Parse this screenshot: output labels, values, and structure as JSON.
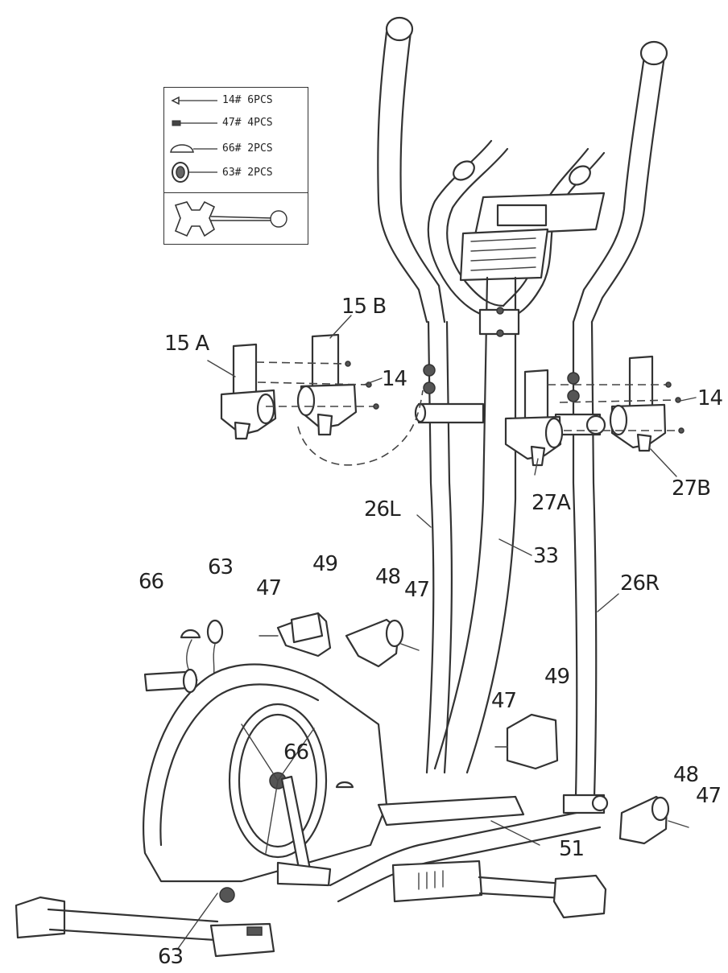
{
  "legend": {
    "rows": [
      {
        "text": "14#  6PCS",
        "icon": "bolt-icon"
      },
      {
        "text": "47#  4PCS",
        "icon": "screw-icon"
      },
      {
        "text": "66#  2PCS",
        "icon": "cap-icon"
      },
      {
        "text": "63#  2PCS",
        "icon": "washer-icon"
      }
    ],
    "tool_icon": "wrench-icon"
  },
  "callouts": {
    "c15a": "15 A",
    "c15b": "15 B",
    "c14_left": "14",
    "c14_right": "14",
    "c27a": "27A",
    "c27b": "27B",
    "c26l": "26L",
    "c33": "33",
    "c26r": "26R",
    "c66_top": "66",
    "c63_top": "63",
    "c47_a": "47",
    "c49_a": "49",
    "c48_a": "48",
    "c47_b": "47",
    "c47_c": "47",
    "c49_b": "49",
    "c66_mid": "66",
    "c48_b": "48",
    "c47_d": "47",
    "c51": "51",
    "c63_bottom": "63"
  }
}
